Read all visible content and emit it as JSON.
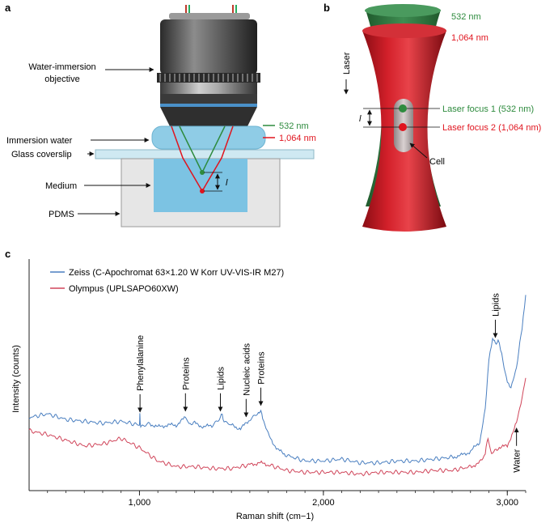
{
  "panel_a": {
    "letter": "a",
    "labels": {
      "objective": [
        "Water-immersion",
        "objective"
      ],
      "immersion_water": "Immersion water",
      "coverslip": "Glass coverslip",
      "medium": "Medium",
      "pdms": "PDMS",
      "distance": "l"
    },
    "legend": [
      {
        "label": "532 nm",
        "color": "#2e8b3e"
      },
      {
        "label": "1,064 nm",
        "color": "#e0141e"
      }
    ]
  },
  "panel_b": {
    "letter": "b",
    "wavelength_labels": [
      {
        "label": "532 nm",
        "color": "#2e8b3e"
      },
      {
        "label": "1,064 nm",
        "color": "#e0141e"
      }
    ],
    "laser": "Laser",
    "distance": "l",
    "focus1": {
      "label": "Laser focus 1 (532 nm)",
      "color": "#2e8b3e"
    },
    "focus2": {
      "label": "Laser focus 2 (1,064 nm)",
      "color": "#e0141e"
    },
    "cell": "Cell"
  },
  "panel_c": {
    "letter": "c",
    "chart_data": {
      "type": "line",
      "xlabel": "Raman shift (cm−1)",
      "ylabel": "Intensity (counts)",
      "xlim": [
        400,
        3100
      ],
      "x_ticks": [
        1000,
        2000,
        3000
      ],
      "x_tick_labels": [
        "1,000",
        "2,000",
        "3,000"
      ],
      "y_tick_labels": false,
      "grid": false,
      "legend_position": "top-left",
      "series": [
        {
          "name": "Zeiss (C-Apochromat 63×1.20 W Korr UV-VIS-IR M27)",
          "color": "#4a7fc0",
          "x": [
            400,
            500,
            600,
            700,
            800,
            900,
            1000,
            1002,
            1004,
            1010,
            1050,
            1100,
            1150,
            1200,
            1250,
            1270,
            1300,
            1350,
            1400,
            1440,
            1450,
            1460,
            1500,
            1550,
            1600,
            1640,
            1660,
            1670,
            1700,
            1750,
            1800,
            1900,
            2000,
            2100,
            2200,
            2300,
            2400,
            2500,
            2600,
            2700,
            2750,
            2800,
            2850,
            2880,
            2900,
            2920,
            2935,
            2950,
            2970,
            3000,
            3020,
            3050,
            3080,
            3100
          ],
          "y": [
            0.31,
            0.33,
            0.3,
            0.29,
            0.28,
            0.29,
            0.27,
            0.33,
            0.28,
            0.26,
            0.28,
            0.26,
            0.27,
            0.27,
            0.31,
            0.28,
            0.28,
            0.26,
            0.27,
            0.31,
            0.33,
            0.29,
            0.27,
            0.25,
            0.3,
            0.33,
            0.34,
            0.31,
            0.22,
            0.14,
            0.11,
            0.08,
            0.08,
            0.09,
            0.07,
            0.07,
            0.08,
            0.08,
            0.09,
            0.1,
            0.11,
            0.13,
            0.18,
            0.35,
            0.62,
            0.73,
            0.7,
            0.72,
            0.64,
            0.5,
            0.46,
            0.58,
            0.78,
            0.96
          ]
        },
        {
          "name": "Olympus (UPLSAPO60XW)",
          "color": "#d0455a",
          "x": [
            400,
            500,
            600,
            700,
            800,
            900,
            1000,
            1100,
            1200,
            1300,
            1400,
            1500,
            1600,
            1650,
            1700,
            1800,
            1900,
            2000,
            2100,
            2200,
            2300,
            2400,
            2500,
            2600,
            2700,
            2800,
            2850,
            2880,
            2895,
            2905,
            2920,
            2950,
            3000,
            3050,
            3080,
            3100
          ],
          "y": [
            0.24,
            0.22,
            0.19,
            0.16,
            0.17,
            0.2,
            0.15,
            0.08,
            0.05,
            0.05,
            0.04,
            0.04,
            0.06,
            0.07,
            0.06,
            0.03,
            0.02,
            0.02,
            0.02,
            0.01,
            0.02,
            0.02,
            0.02,
            0.03,
            0.03,
            0.05,
            0.07,
            0.12,
            0.2,
            0.15,
            0.12,
            0.15,
            0.16,
            0.28,
            0.42,
            0.52
          ]
        }
      ],
      "annotations": [
        {
          "label": "Phenylalanine",
          "x": 1003,
          "side": "above"
        },
        {
          "label": "Proteins",
          "x": 1250,
          "side": "above"
        },
        {
          "label": "Lipids",
          "x": 1440,
          "side": "above"
        },
        {
          "label": "Nucleic acids",
          "x": 1580,
          "side": "above"
        },
        {
          "label": "Proteins",
          "x": 1660,
          "side": "above"
        },
        {
          "label": "Lipids",
          "x": 2935,
          "side": "above"
        },
        {
          "label": "Water",
          "x": 3050,
          "side": "below"
        }
      ]
    }
  }
}
